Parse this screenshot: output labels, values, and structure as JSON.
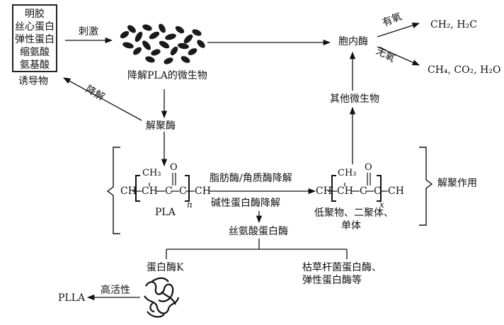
{
  "inducers": [
    "明胶",
    "丝心蛋白",
    "弹性蛋白",
    "缩氨酸",
    "氨基酸"
  ],
  "inducer_caption": "诱导物",
  "stimulus_label": "刺激",
  "microbe_label": "降解PLA的微生物",
  "endoenzyme_label": "胞内酶",
  "aerobic_label": "有氧",
  "anaerobic_label": "无氧",
  "aerobic_products": "CH₂, H₂C",
  "anaerobic_products": "CH₄, CO₂, H₂O",
  "other_microbes_label": "其他微生物",
  "degrade_label": "降解",
  "depolymerase_label": "解聚酶",
  "depolymerization_label": "解聚作用",
  "reaction_top_label": "脂肪酶/角质酶降解",
  "reaction_bottom_label": "碱性蛋白酶降解",
  "pla_label": "PLA",
  "products_line1": "低聚物、二聚体、",
  "products_line2": "单体",
  "serine_protease_label": "丝氨酸蛋白酶",
  "proteinase_k_label": "蛋白酶K",
  "other_proteases_line1": "枯草杆菌蛋白酶、",
  "other_proteases_line2": "弹性蛋白酶等",
  "high_activity_label": "高活性",
  "plla_label": "PLLA",
  "formula": {
    "ch": "CH",
    "ch3": "CH₃",
    "o": "O",
    "c": "C",
    "n": "n",
    "x": "x"
  },
  "colors": {
    "ink": "#111111",
    "microbe": "#1a1a1a"
  },
  "icons": [
    "microbe-cluster-icon",
    "protein-structure-icon"
  ]
}
